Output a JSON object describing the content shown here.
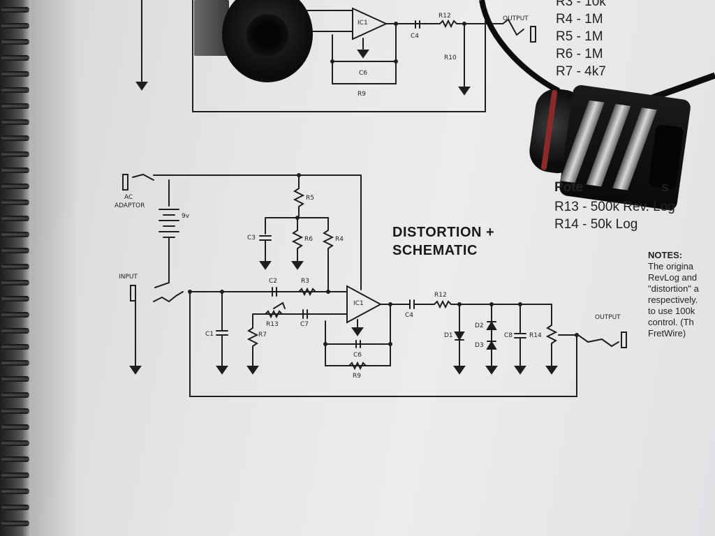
{
  "schematic_title": [
    "DISTORTION +",
    "SCHEMATIC"
  ],
  "parts_list": [
    "R3 - 10k",
    "R4 - 1M",
    "R5 - 1M",
    "R6 - 1M",
    "R7 - 4k7"
  ],
  "pots": {
    "heading": "Pote",
    "heading_tail": "s",
    "items": [
      "R13 - 500k Rev. Log",
      "R14 - 50k Log"
    ]
  },
  "notes": {
    "heading": "NOTES:",
    "lines": [
      "The origina",
      "RevLog and",
      "\"distortion\" a",
      "respectively.",
      "to use 100k",
      "control. (Th",
      "FretWire)"
    ]
  },
  "labels": {
    "output": "OUTPUT",
    "input": "INPUT",
    "ac_adaptor": [
      "AC",
      "ADAPTOR"
    ],
    "battery": "9v",
    "ic": "IC1",
    "components": [
      "R5",
      "R6",
      "R4",
      "C3",
      "C2",
      "R3",
      "R13",
      "R7",
      "C7",
      "C1",
      "C4",
      "R12",
      "C6",
      "R9",
      "D1",
      "D2",
      "D3",
      "C8",
      "R14",
      "R10"
    ]
  },
  "colors": {
    "paper": "#e6e6e8",
    "ink": "#1e1e1e",
    "jack_metal": "#8a8a8a",
    "jack_body": "#141414",
    "cable": "#0d0d0d"
  }
}
